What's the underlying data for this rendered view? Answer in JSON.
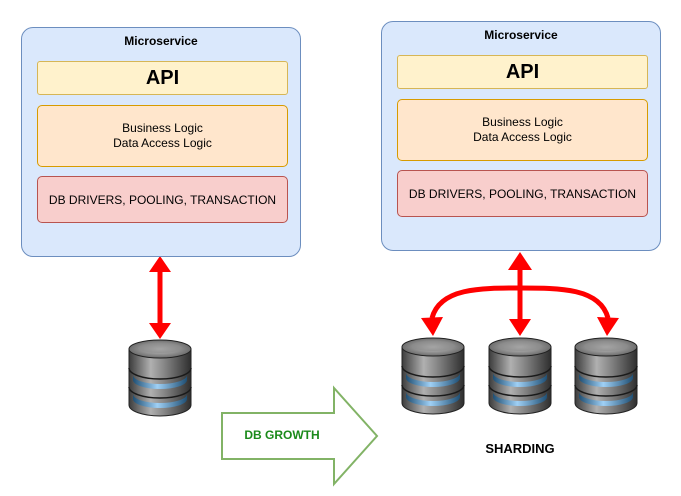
{
  "left_service": {
    "title": "Microservice",
    "api": "API",
    "business_line1": "Business Logic",
    "business_line2": "Data Access Logic",
    "db_layer": "DB DRIVERS, POOLING, TRANSACTION"
  },
  "right_service": {
    "title": "Microservice",
    "api": "API",
    "business_line1": "Business Logic",
    "business_line2": "Data Access Logic",
    "db_layer": "DB DRIVERS, POOLING, TRANSACTION"
  },
  "growth_arrow": {
    "label": "DB GROWTH",
    "color": "#82b366"
  },
  "sharding_label": "SHARDING",
  "colors": {
    "connector": "#ff0000",
    "container_fill": "#dae8fc",
    "api_fill": "#fff2cc",
    "logic_fill": "#ffe6cc",
    "db_layer_fill": "#f8cecc"
  },
  "icons": [
    "database-icon",
    "database-icon",
    "database-icon",
    "database-icon"
  ]
}
